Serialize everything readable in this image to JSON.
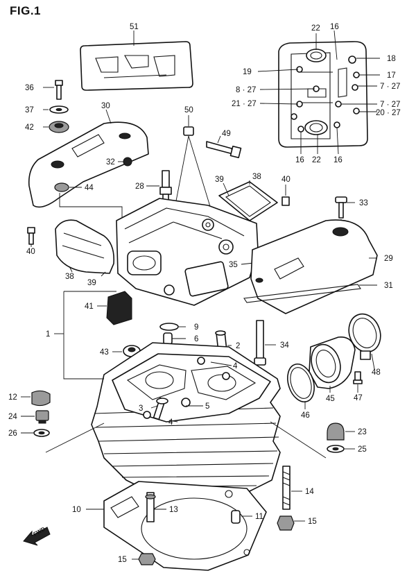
{
  "figure": {
    "title": "FIG.1"
  },
  "fwd_arrow": {
    "text": "FWD"
  },
  "labels": {
    "p51": "51",
    "p36": "36",
    "p37": "37",
    "p42": "42",
    "p30": "30",
    "p32": "32",
    "p44": "44",
    "p50": "50",
    "p49": "49",
    "p28": "28",
    "p39a": "39",
    "p38a": "38",
    "p40a": "40",
    "p33": "33",
    "p40b": "40",
    "p38b": "38",
    "p39b": "39",
    "p35": "35",
    "p29": "29",
    "p31": "31",
    "p41": "41",
    "p9": "9",
    "p6": "6",
    "p2": "2",
    "p43": "43",
    "p4a": "4",
    "p1": "1",
    "p34": "34",
    "p48": "48",
    "p12": "12",
    "p3": "3",
    "p5": "5",
    "p4b": "4",
    "p47": "47",
    "p24": "24",
    "p46": "46",
    "p45": "45",
    "p26": "26",
    "p23": "23",
    "p25": "25",
    "p14": "14",
    "p10": "10",
    "p13": "13",
    "p11": "11",
    "p15a": "15",
    "p15b": "15",
    "p22a": "22",
    "p16a": "16",
    "p18": "18",
    "p19": "19",
    "p17": "17",
    "p8_27": "8 · 27",
    "p7_27a": "7 · 27",
    "p21_27": "21 · 27",
    "p7_27b": "7 · 27",
    "p20_27": "20 · 27",
    "p16b": "16",
    "p22b": "22",
    "p16c": "16"
  }
}
